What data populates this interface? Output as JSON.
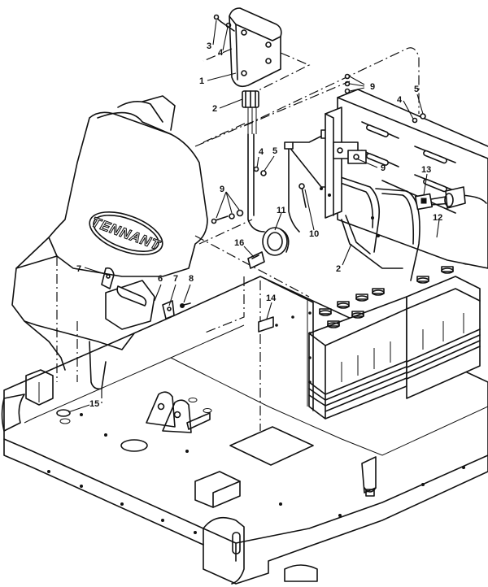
{
  "diagram": {
    "callouts": [
      {
        "id": "c1",
        "label": "1"
      },
      {
        "id": "c2a",
        "label": "2"
      },
      {
        "id": "c2b",
        "label": "2"
      },
      {
        "id": "c3",
        "label": "3"
      },
      {
        "id": "c4a",
        "label": "4"
      },
      {
        "id": "c4b",
        "label": "4"
      },
      {
        "id": "c4c",
        "label": "4"
      },
      {
        "id": "c5a",
        "label": "5"
      },
      {
        "id": "c5b",
        "label": "5"
      },
      {
        "id": "c6",
        "label": "6"
      },
      {
        "id": "c7a",
        "label": "7"
      },
      {
        "id": "c7b",
        "label": "7"
      },
      {
        "id": "c8",
        "label": "8"
      },
      {
        "id": "c9a",
        "label": "9"
      },
      {
        "id": "c9b",
        "label": "9"
      },
      {
        "id": "c9c",
        "label": "9"
      },
      {
        "id": "c10",
        "label": "10"
      },
      {
        "id": "c11",
        "label": "11"
      },
      {
        "id": "c12",
        "label": "12"
      },
      {
        "id": "c13",
        "label": "13"
      },
      {
        "id": "c14",
        "label": "14"
      },
      {
        "id": "c15",
        "label": "15"
      },
      {
        "id": "c16",
        "label": "16"
      }
    ],
    "logo_text": "TENNANT"
  }
}
